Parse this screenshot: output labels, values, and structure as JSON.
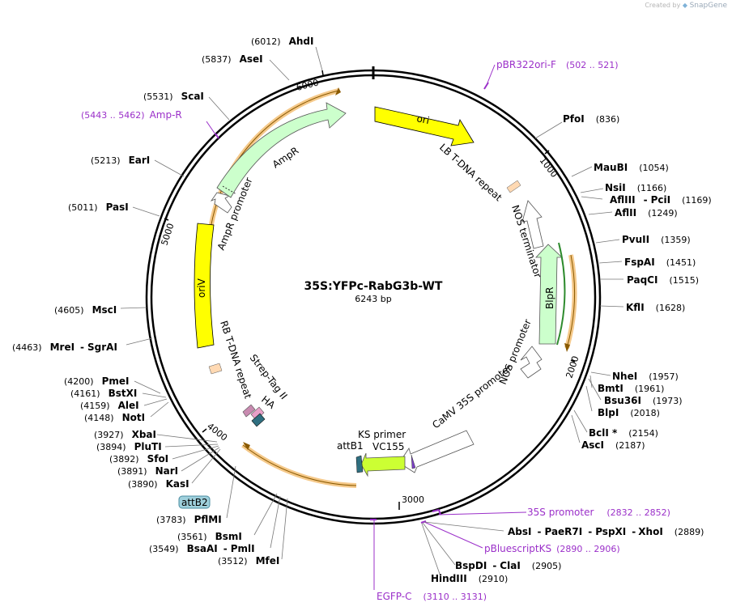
{
  "credit": {
    "prefix": "Created by",
    "brand": "SnapGene"
  },
  "plasmid": {
    "name": "35S:YFPc-RabG3b-WT",
    "length_label": "6243 bp",
    "length": 6243
  },
  "ticks": [
    {
      "label": "1000",
      "pos": 1000
    },
    {
      "label": "2000",
      "pos": 2000
    },
    {
      "label": "3000",
      "pos": 3000
    },
    {
      "label": "4000",
      "pos": 4000
    },
    {
      "label": "5000",
      "pos": 5000
    },
    {
      "label": "6000",
      "pos": 6000
    }
  ],
  "sites_right": [
    {
      "parts": [
        "PfoI"
      ],
      "pos": "(836)"
    },
    {
      "parts": [
        "MauBI"
      ],
      "pos": "(1054)"
    },
    {
      "parts": [
        "NsiI"
      ],
      "pos": "(1166)"
    },
    {
      "parts": [
        "AflIII",
        "PciI"
      ],
      "pos": "(1169)"
    },
    {
      "parts": [
        "AflII"
      ],
      "pos": "(1249)"
    },
    {
      "parts": [
        "PvuII"
      ],
      "pos": "(1359)"
    },
    {
      "parts": [
        "FspAI"
      ],
      "pos": "(1451)"
    },
    {
      "parts": [
        "PaqCI"
      ],
      "pos": "(1515)"
    },
    {
      "parts": [
        "KflI"
      ],
      "pos": "(1628)"
    },
    {
      "parts": [
        "NheI"
      ],
      "pos": "(1957)"
    },
    {
      "parts": [
        "BmtI"
      ],
      "pos": "(1961)"
    },
    {
      "parts": [
        "Bsu36I"
      ],
      "pos": "(1973)"
    },
    {
      "parts": [
        "BlpI"
      ],
      "pos": "(2018)"
    },
    {
      "parts": [
        "BclI *"
      ],
      "pos": "(2154)"
    },
    {
      "parts": [
        "AscI"
      ],
      "pos": "(2187)"
    },
    {
      "parts": [
        "AbsI",
        "PaeR7I",
        "PspXI",
        "XhoI"
      ],
      "pos": "(2889)"
    },
    {
      "parts": [
        "BspDI",
        "ClaI"
      ],
      "pos": "(2905)"
    },
    {
      "parts": [
        "HindIII"
      ],
      "pos": "(2910)"
    }
  ],
  "sites_left": [
    {
      "parts": [
        "AhdI"
      ],
      "pos": "(6012)"
    },
    {
      "parts": [
        "AseI"
      ],
      "pos": "(5837)"
    },
    {
      "parts": [
        "ScaI"
      ],
      "pos": "(5531)"
    },
    {
      "parts": [
        "EarI"
      ],
      "pos": "(5213)"
    },
    {
      "parts": [
        "PasI"
      ],
      "pos": "(5011)"
    },
    {
      "parts": [
        "MscI"
      ],
      "pos": "(4605)"
    },
    {
      "parts": [
        "MreI",
        "SgrAI"
      ],
      "pos": "(4463)"
    },
    {
      "parts": [
        "PmeI"
      ],
      "pos": "(4200)"
    },
    {
      "parts": [
        "BstXI"
      ],
      "pos": "(4161)"
    },
    {
      "parts": [
        "AleI"
      ],
      "pos": "(4159)"
    },
    {
      "parts": [
        "NotI"
      ],
      "pos": "(4148)"
    },
    {
      "parts": [
        "XbaI"
      ],
      "pos": "(3927)"
    },
    {
      "parts": [
        "PluTI"
      ],
      "pos": "(3894)"
    },
    {
      "parts": [
        "SfoI"
      ],
      "pos": "(3892)"
    },
    {
      "parts": [
        "NarI"
      ],
      "pos": "(3891)"
    },
    {
      "parts": [
        "KasI"
      ],
      "pos": "(3890)"
    },
    {
      "parts": [
        "PflMI"
      ],
      "pos": "(3783)"
    },
    {
      "parts": [
        "BsmI"
      ],
      "pos": "(3561)"
    },
    {
      "parts": [
        "BsaAI",
        "PmlI"
      ],
      "pos": "(3549)"
    },
    {
      "parts": [
        "MfeI"
      ],
      "pos": "(3512)"
    }
  ],
  "primers": [
    {
      "name": "pBR322ori-F",
      "range": "(502 .. 521)"
    },
    {
      "name": "Amp-R",
      "range": "(5443 .. 5462)"
    },
    {
      "name": "35S promoter",
      "range": "(2832 .. 2852)"
    },
    {
      "name": "pBluescriptKS",
      "range": "(2890 .. 2906)"
    },
    {
      "name": "EGFP-C",
      "range": "(3110 .. 3131)"
    }
  ],
  "features": {
    "ori": "ori",
    "lb_repeat": "LB T-DNA repeat",
    "nos_terminator": "NOS terminator",
    "blpr": "BlpR",
    "nos_promoter": "NOS promoter",
    "camv_promoter": "CaMV 35S promoter",
    "ks_primer": "KS primer",
    "vc155": "VC155",
    "attb1": "attB1",
    "attb2": "attB2",
    "ha": "HA",
    "strep": "Strep-Tag II",
    "rb_repeat": "RB T-DNA repeat",
    "oriv": "oriV",
    "ampr_promoter": "AmpR promoter",
    "ampr": "AmpR"
  },
  "colors": {
    "ori": "#ffff00",
    "ampr": "#ccffcc",
    "blpr": "#ccffcc",
    "repeat": "#ffd9b3",
    "primer": "#9b30c9",
    "orf_outline": "#f5a623",
    "vc155": "#ccff33",
    "tag_ha": "#e8a0c8",
    "tag_strep": "#3a6e8f",
    "attb": "#9fd0dc"
  }
}
